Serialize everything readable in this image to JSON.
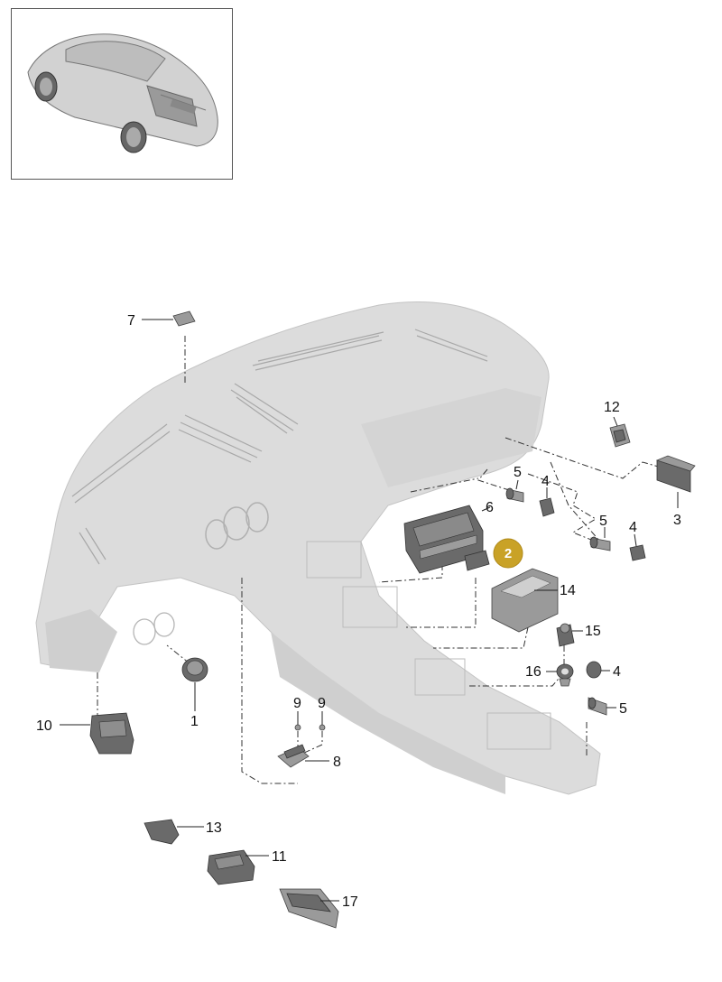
{
  "callouts": {
    "c1": "1",
    "c2": "2",
    "c3": "3",
    "c4a": "4",
    "c4b": "4",
    "c4c": "4",
    "c5a": "5",
    "c5b": "5",
    "c5c": "5",
    "c6": "6",
    "c7": "7",
    "c8": "8",
    "c9a": "9",
    "c9b": "9",
    "c10": "10",
    "c11": "11",
    "c12": "12",
    "c13": "13",
    "c14": "14",
    "c15": "15",
    "c16": "16",
    "c17": "17"
  },
  "colors": {
    "highlight_badge": "#c9a227",
    "line": "#222222",
    "dashboard": "#dcdcdc"
  }
}
